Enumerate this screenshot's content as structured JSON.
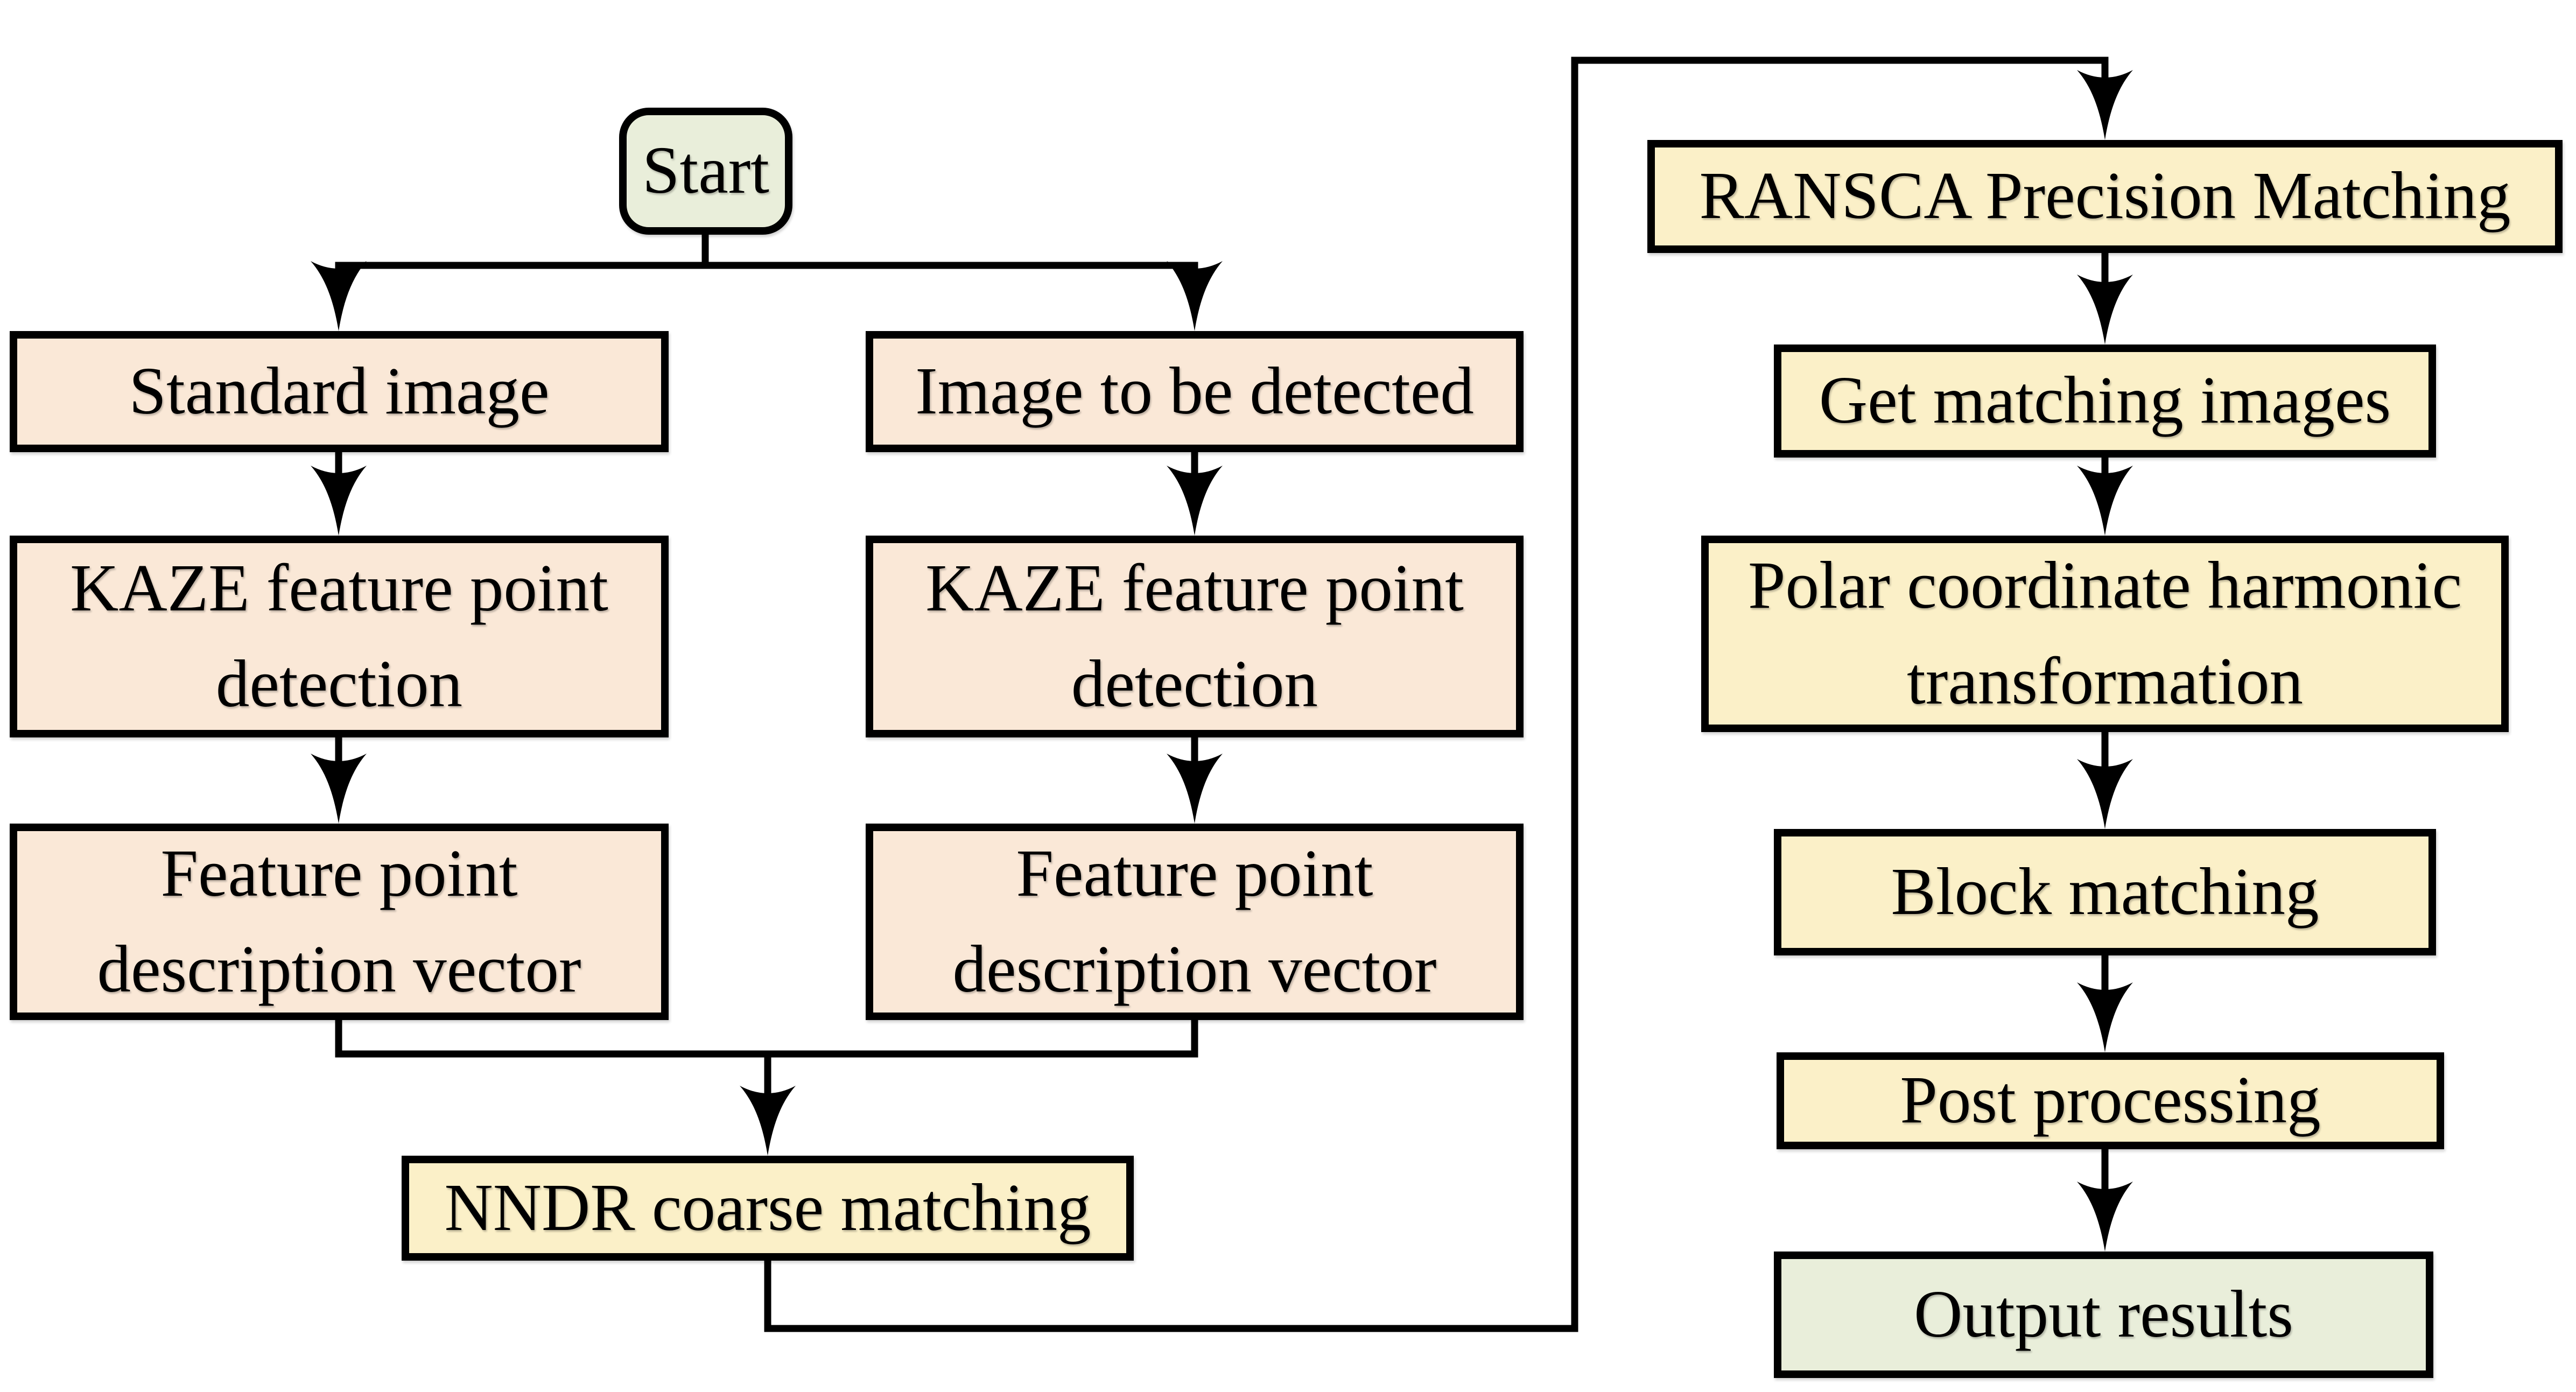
{
  "colors": {
    "bg": "#ffffff",
    "line": "#000000",
    "peach": "#fae8d7",
    "yellow": "#fbf0c8",
    "green": "#e9eeda"
  },
  "nodes": {
    "start": "Start",
    "standard_image": "Standard image",
    "image_to_be_detected": "Image to be detected",
    "kaze_detection": "KAZE feature point\ndetection",
    "feature_vector": "Feature point\ndescription vector",
    "nndr": "NNDR coarse matching",
    "ransca": "RANSCA Precision Matching",
    "get_matching": "Get matching images",
    "polar": "Polar coordinate harmonic\ntransformation",
    "block": "Block matching",
    "post": "Post processing",
    "output": "Output results"
  }
}
